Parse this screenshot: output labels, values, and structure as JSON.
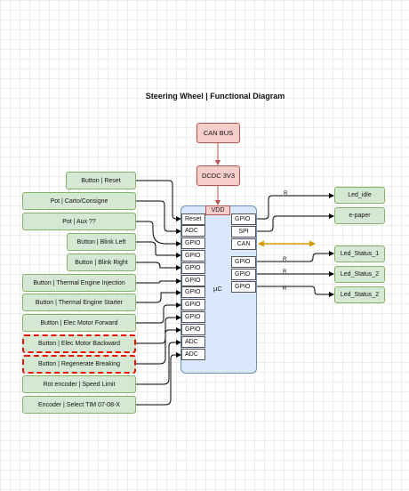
{
  "title": "Steering Wheel | Functional Diagram",
  "power": {
    "can_bus": "CAN BUS",
    "dcdc": "DCDC 3V3"
  },
  "mcu": {
    "label": "µC",
    "vdd": "VDD",
    "left_pins": [
      "Reset",
      "ADC",
      "GPIO",
      "GPIO",
      "GPIO",
      "GPIO",
      "GPIO",
      "GPIO",
      "GPIO",
      "GPIO",
      "ADC",
      "ADC"
    ],
    "right_pins": [
      "GPIO",
      "SPI",
      "CAN",
      "GPIO",
      "GPIO",
      "GPIO"
    ]
  },
  "inputs": [
    "Button | Reset",
    "Pot | Carto/Consigne",
    "Pot | Aux  ??",
    "Button | Blink Left",
    "Button | Blink Right",
    "Button | Thermal Engine Injection",
    "Button | Thermal Engine Starter",
    "Button | Elec Motor Forward",
    "Button | Elec Motor Backward",
    "Button | Regenerate Breaking",
    "Rot encoder | Speed Limit",
    "Encoder | Select TIM 07-08-X"
  ],
  "outputs": [
    "Led_idle",
    "e-paper",
    "Led_Status_1",
    "Led_Status_2",
    "Led_Status_2"
  ],
  "resistor_label": "R",
  "colors": {
    "input_fill": "#d5e8d4",
    "input_stroke": "#82b366",
    "highlight_stroke": "#e51400",
    "power_fill": "#f8cecc",
    "power_stroke": "#b85450",
    "mcu_fill": "#dae8fc",
    "mcu_stroke": "#6c8ebf",
    "can_line": "#d79b00"
  }
}
